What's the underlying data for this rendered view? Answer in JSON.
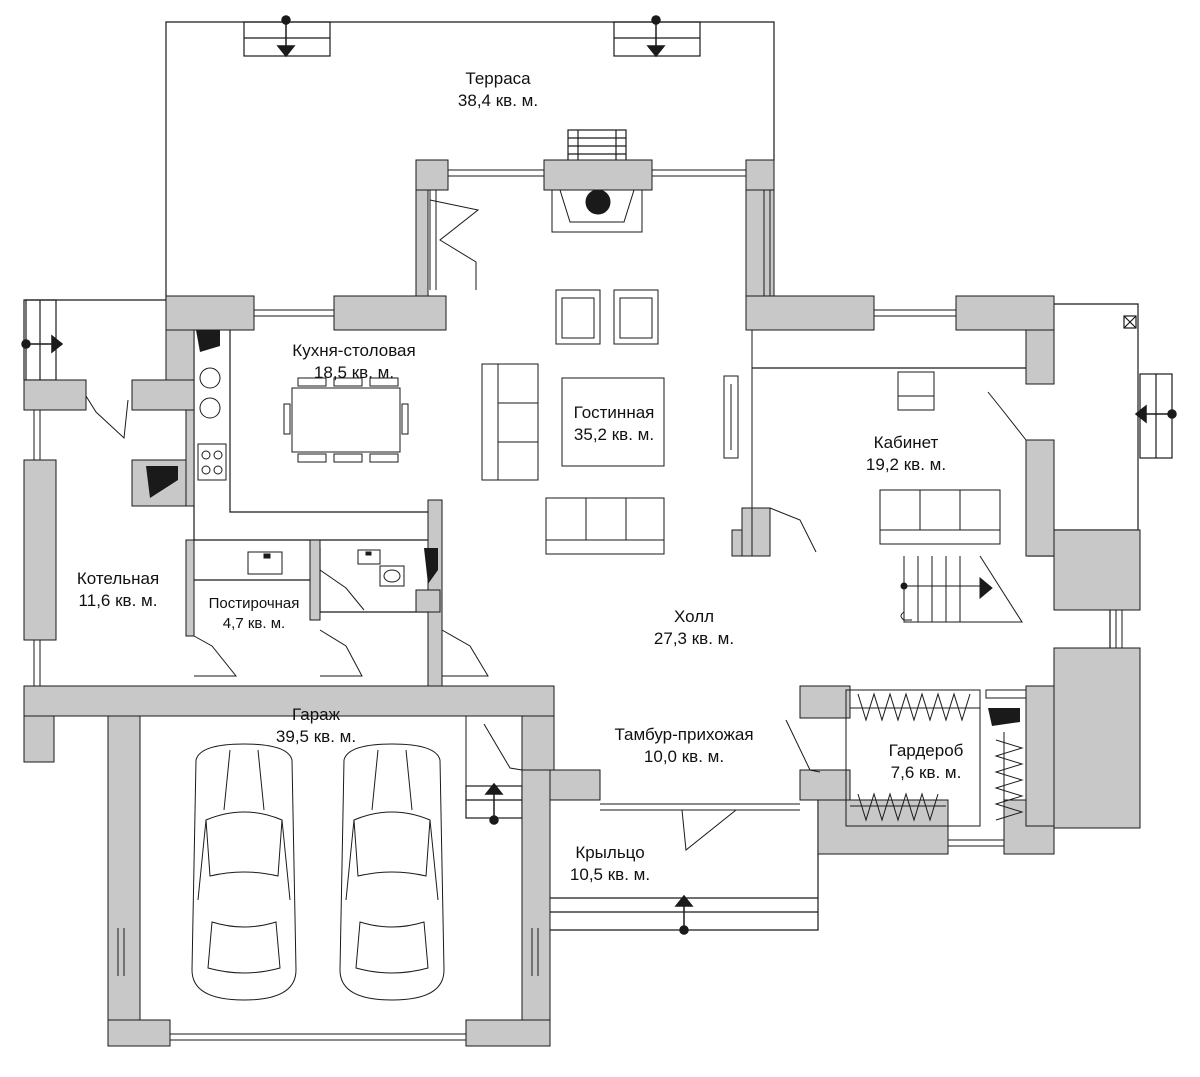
{
  "rooms": {
    "terrace": {
      "name": "Терраса",
      "area": "38,4 кв. м."
    },
    "kitchen": {
      "name": "Кухня-столовая",
      "area": "18,5 кв. м."
    },
    "living": {
      "name": "Гостинная",
      "area": "35,2 кв. м."
    },
    "study": {
      "name": "Кабинет",
      "area": "19,2 кв. м."
    },
    "boiler": {
      "name": "Котельная",
      "area": "11,6 кв. м."
    },
    "laundry": {
      "name": "Постирочная",
      "area": "4,7 кв. м."
    },
    "hall": {
      "name": "Холл",
      "area": "27,3 кв. м."
    },
    "garage": {
      "name": "Гараж",
      "area": "39,5 кв. м."
    },
    "vestibule": {
      "name": "Тамбур-прихожая",
      "area": "10,0 кв. м."
    },
    "wardrobe": {
      "name": "Гардероб",
      "area": "7,6 кв. м."
    },
    "porch": {
      "name": "Крыльцо",
      "area": "10,5 кв. м."
    }
  },
  "colors": {
    "wall": "#c8c8c9",
    "line": "#1a1a1a",
    "background": "#ffffff"
  }
}
